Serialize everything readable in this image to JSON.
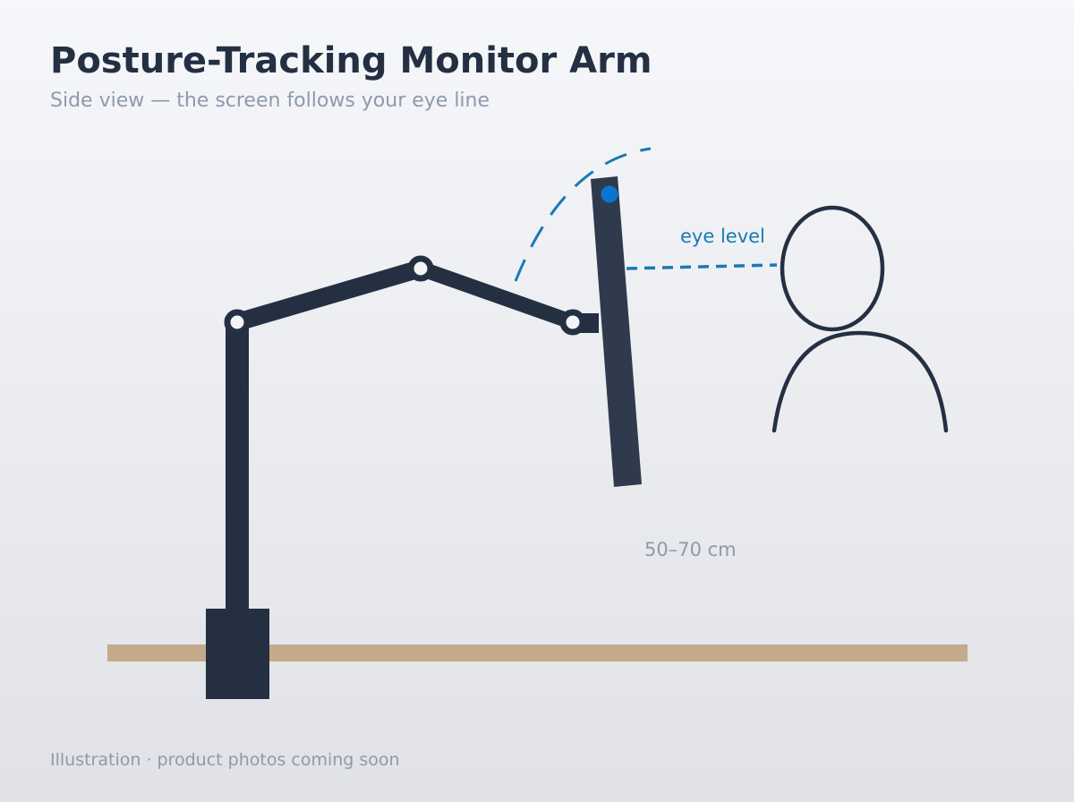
{
  "header": {
    "title": "Posture-Tracking Monitor Arm",
    "subtitle": "Side view — the screen follows your eye line"
  },
  "diagram": {
    "eye_level_label": "eye level",
    "distance_label": "50–70 cm",
    "colors": {
      "arm": "#243042",
      "monitor": "#2f3a4d",
      "accent": "#1a7ab4",
      "sensor": "#0a74d1",
      "desk": "#c4a98a",
      "muted": "#8e9aab"
    }
  },
  "footer": {
    "note": "Illustration · product photos coming soon"
  }
}
